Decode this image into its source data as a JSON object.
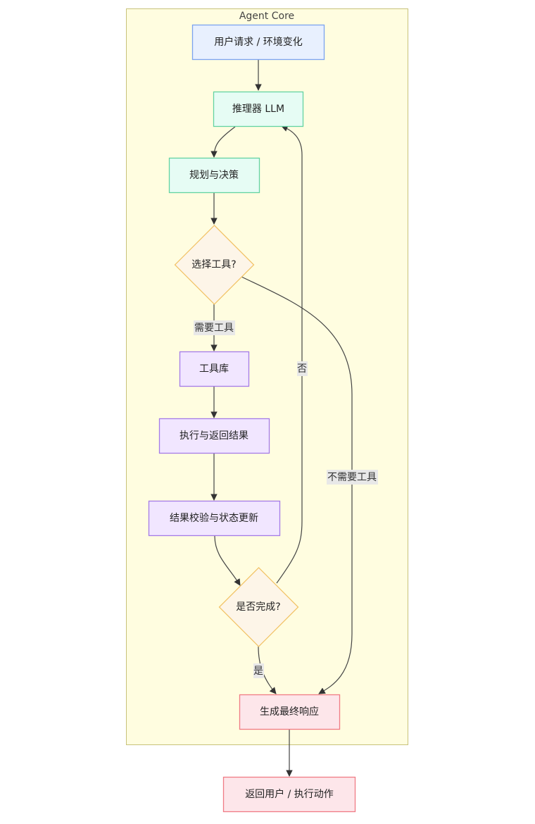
{
  "diagram": {
    "cluster": {
      "title": "Agent Core",
      "fill": "#fffde0",
      "stroke": "#c8c27a"
    },
    "nodes": {
      "input": {
        "label": "用户请求 / 环境变化",
        "shape": "rect",
        "fill": "#e8f0fe",
        "stroke": "#7ba3f0"
      },
      "llm": {
        "label": "推理器 LLM",
        "shape": "rect",
        "fill": "#e6fcf4",
        "stroke": "#63d3a2"
      },
      "plan": {
        "label": "规划与决策",
        "shape": "rect",
        "fill": "#e6fcf4",
        "stroke": "#63d3a2"
      },
      "choose": {
        "label": "选择工具?",
        "shape": "diamond",
        "fill": "#fdf5e8",
        "stroke": "#f2c46a"
      },
      "toolbox": {
        "label": "工具库",
        "shape": "rect",
        "fill": "#f1e6ff",
        "stroke": "#a47be8"
      },
      "exec": {
        "label": "执行与返回结果",
        "shape": "rect",
        "fill": "#f1e6ff",
        "stroke": "#a47be8"
      },
      "verify": {
        "label": "结果校验与状态更新",
        "shape": "rect",
        "fill": "#f1e6ff",
        "stroke": "#a47be8"
      },
      "done": {
        "label": "是否完成?",
        "shape": "diamond",
        "fill": "#fdf5e8",
        "stroke": "#f2c46a"
      },
      "respond": {
        "label": "生成最终响应",
        "shape": "rect",
        "fill": "#fde6ea",
        "stroke": "#f07b85"
      },
      "output": {
        "label": "返回用户 / 执行动作",
        "shape": "rect",
        "fill": "#fde6ea",
        "stroke": "#f07b85"
      }
    },
    "edges": [
      {
        "from": "input",
        "to": "llm",
        "label": ""
      },
      {
        "from": "llm",
        "to": "plan",
        "label": ""
      },
      {
        "from": "plan",
        "to": "choose",
        "label": ""
      },
      {
        "from": "choose",
        "to": "toolbox",
        "label": "需要工具"
      },
      {
        "from": "choose",
        "to": "respond",
        "label": "不需要工具"
      },
      {
        "from": "toolbox",
        "to": "exec",
        "label": ""
      },
      {
        "from": "exec",
        "to": "verify",
        "label": ""
      },
      {
        "from": "verify",
        "to": "done",
        "label": ""
      },
      {
        "from": "done",
        "to": "llm",
        "label": "否"
      },
      {
        "from": "done",
        "to": "respond",
        "label": "是"
      },
      {
        "from": "respond",
        "to": "output",
        "label": ""
      }
    ]
  }
}
